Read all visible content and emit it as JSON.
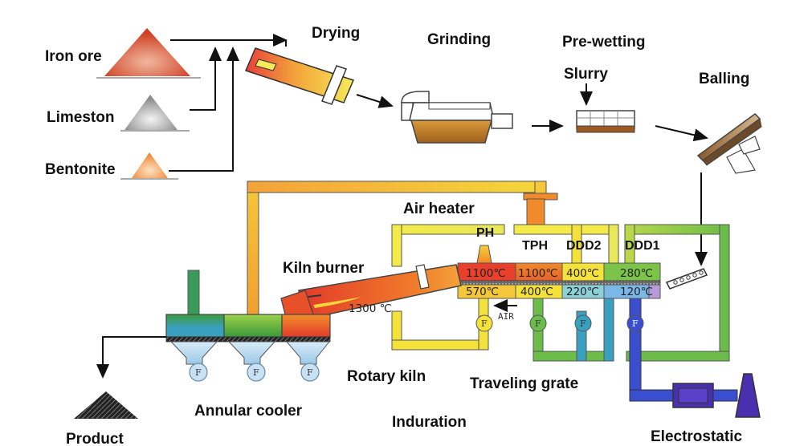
{
  "labels": {
    "iron_ore": "Iron ore",
    "limestone": "Limeston",
    "bentonite": "Bentonite",
    "drying": "Drying",
    "grinding": "Grinding",
    "pre_wetting": "Pre-wetting",
    "slurry": "Slurry",
    "balling": "Balling",
    "air_heater": "Air heater",
    "kiln_burner": "Kiln burner",
    "ph": "PH",
    "tph": "TPH",
    "ddd2": "DDD2",
    "ddd1": "DDD1",
    "rotary_kiln": "Rotary kiln",
    "traveling_grate": "Traveling grate",
    "annular_cooler": "Annular cooler",
    "induration": "Induration",
    "product": "Product",
    "electrostatic": "Electrostatic",
    "air": "AIR",
    "fan": "F"
  },
  "temperatures": {
    "kiln": "1300 ℃",
    "ph_upper": "1100℃",
    "tph_upper": "1100℃",
    "ddd2_upper": "400℃",
    "ddd1_upper": "280℃",
    "ph_lower": "570℃",
    "tph_lower": "400℃",
    "ddd2_lower": "220℃",
    "ddd1_lower": "120℃"
  },
  "colors": {
    "hot_red": "#e8402a",
    "orange": "#f08a2a",
    "yellow": "#f4e23a",
    "green": "#7cc34a",
    "teal": "#3fb6a8",
    "blue": "#3a5fcf",
    "purple": "#4a2fae"
  }
}
